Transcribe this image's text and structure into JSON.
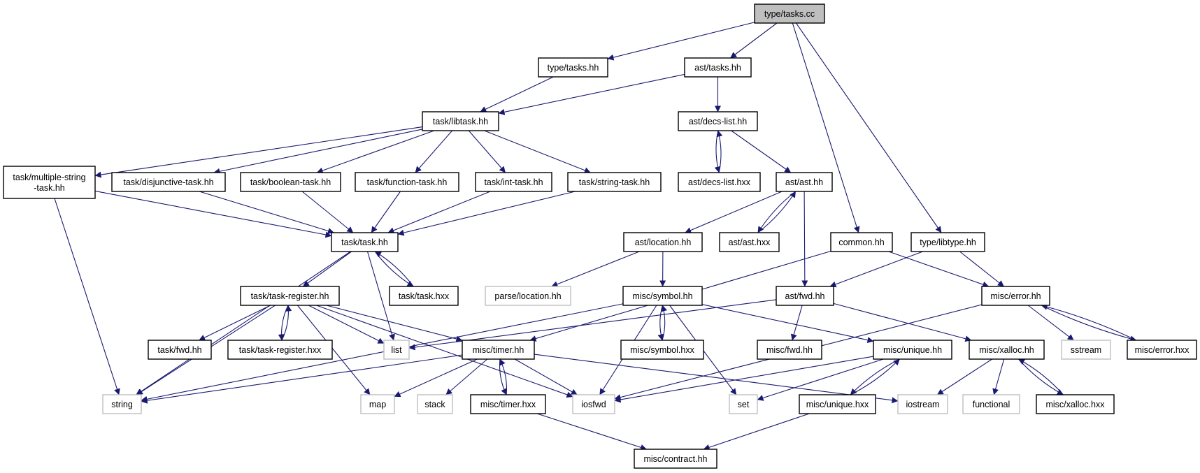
{
  "colors": {
    "edge": "#191970",
    "node_border": "#000000",
    "external_border": "#bfbfbf",
    "root_fill": "#bfbfbf",
    "node_fill": "#ffffff"
  },
  "nodes": [
    {
      "id": "root",
      "lines": [
        "type/tasks.cc"
      ],
      "kind": "root"
    },
    {
      "id": "type_tasks_hh",
      "lines": [
        "type/tasks.hh"
      ],
      "kind": "file"
    },
    {
      "id": "ast_tasks_hh",
      "lines": [
        "ast/tasks.hh"
      ],
      "kind": "file"
    },
    {
      "id": "libtask",
      "lines": [
        "task/libtask.hh"
      ],
      "kind": "file"
    },
    {
      "id": "decs_list_hh",
      "lines": [
        "ast/decs-list.hh"
      ],
      "kind": "file"
    },
    {
      "id": "multi_str",
      "lines": [
        "task/multiple-string",
        "-task.hh"
      ],
      "kind": "file"
    },
    {
      "id": "disj",
      "lines": [
        "task/disjunctive-task.hh"
      ],
      "kind": "file"
    },
    {
      "id": "bool",
      "lines": [
        "task/boolean-task.hh"
      ],
      "kind": "file"
    },
    {
      "id": "func",
      "lines": [
        "task/function-task.hh"
      ],
      "kind": "file"
    },
    {
      "id": "int",
      "lines": [
        "task/int-task.hh"
      ],
      "kind": "file"
    },
    {
      "id": "str_task",
      "lines": [
        "task/string-task.hh"
      ],
      "kind": "file"
    },
    {
      "id": "decs_list_hxx",
      "lines": [
        "ast/decs-list.hxx"
      ],
      "kind": "file"
    },
    {
      "id": "ast_hh",
      "lines": [
        "ast/ast.hh"
      ],
      "kind": "file"
    },
    {
      "id": "task_hh",
      "lines": [
        "task/task.hh"
      ],
      "kind": "file"
    },
    {
      "id": "location",
      "lines": [
        "ast/location.hh"
      ],
      "kind": "file"
    },
    {
      "id": "ast_hxx",
      "lines": [
        "ast/ast.hxx"
      ],
      "kind": "file"
    },
    {
      "id": "common",
      "lines": [
        "common.hh"
      ],
      "kind": "file"
    },
    {
      "id": "libtype",
      "lines": [
        "type/libtype.hh"
      ],
      "kind": "file"
    },
    {
      "id": "task_reg",
      "lines": [
        "task/task-register.hh"
      ],
      "kind": "file"
    },
    {
      "id": "task_hxx",
      "lines": [
        "task/task.hxx"
      ],
      "kind": "file"
    },
    {
      "id": "parse_loc",
      "lines": [
        "parse/location.hh"
      ],
      "kind": "external"
    },
    {
      "id": "symbol",
      "lines": [
        "misc/symbol.hh"
      ],
      "kind": "file"
    },
    {
      "id": "fwd_hh",
      "lines": [
        "ast/fwd.hh"
      ],
      "kind": "file"
    },
    {
      "id": "error",
      "lines": [
        "misc/error.hh"
      ],
      "kind": "file"
    },
    {
      "id": "task_fwd",
      "lines": [
        "task/fwd.hh"
      ],
      "kind": "file"
    },
    {
      "id": "task_reg_hxx",
      "lines": [
        "task/task-register.hxx"
      ],
      "kind": "file"
    },
    {
      "id": "list",
      "lines": [
        "list"
      ],
      "kind": "external"
    },
    {
      "id": "timer",
      "lines": [
        "misc/timer.hh"
      ],
      "kind": "file"
    },
    {
      "id": "symbol_hxx",
      "lines": [
        "misc/symbol.hxx"
      ],
      "kind": "file"
    },
    {
      "id": "misc_fwd",
      "lines": [
        "misc/fwd.hh"
      ],
      "kind": "file"
    },
    {
      "id": "unique",
      "lines": [
        "misc/unique.hh"
      ],
      "kind": "file"
    },
    {
      "id": "xalloc",
      "lines": [
        "misc/xalloc.hh"
      ],
      "kind": "file"
    },
    {
      "id": "sstream",
      "lines": [
        "sstream"
      ],
      "kind": "external"
    },
    {
      "id": "error_hxx",
      "lines": [
        "misc/error.hxx"
      ],
      "kind": "file"
    },
    {
      "id": "string",
      "lines": [
        "string"
      ],
      "kind": "external"
    },
    {
      "id": "map",
      "lines": [
        "map"
      ],
      "kind": "external"
    },
    {
      "id": "stack",
      "lines": [
        "stack"
      ],
      "kind": "external"
    },
    {
      "id": "timer_hxx",
      "lines": [
        "misc/timer.hxx"
      ],
      "kind": "file"
    },
    {
      "id": "iosfwd",
      "lines": [
        "iosfwd"
      ],
      "kind": "external"
    },
    {
      "id": "set",
      "lines": [
        "set"
      ],
      "kind": "external"
    },
    {
      "id": "unique_hxx",
      "lines": [
        "misc/unique.hxx"
      ],
      "kind": "file"
    },
    {
      "id": "iostream",
      "lines": [
        "iostream"
      ],
      "kind": "external"
    },
    {
      "id": "functional",
      "lines": [
        "functional"
      ],
      "kind": "external"
    },
    {
      "id": "xalloc_hxx",
      "lines": [
        "misc/xalloc.hxx"
      ],
      "kind": "file"
    },
    {
      "id": "contract",
      "lines": [
        "misc/contract.hh"
      ],
      "kind": "file"
    }
  ],
  "edges": [
    [
      "root",
      "type_tasks_hh"
    ],
    [
      "root",
      "ast_tasks_hh"
    ],
    [
      "root",
      "common"
    ],
    [
      "root",
      "libtype"
    ],
    [
      "type_tasks_hh",
      "libtask"
    ],
    [
      "ast_tasks_hh",
      "libtask"
    ],
    [
      "ast_tasks_hh",
      "decs_list_hh"
    ],
    [
      "libtask",
      "multi_str"
    ],
    [
      "libtask",
      "disj"
    ],
    [
      "libtask",
      "bool"
    ],
    [
      "libtask",
      "func"
    ],
    [
      "libtask",
      "int"
    ],
    [
      "libtask",
      "str_task"
    ],
    [
      "multi_str",
      "task_hh"
    ],
    [
      "multi_str",
      "string"
    ],
    [
      "disj",
      "task_hh"
    ],
    [
      "bool",
      "task_hh"
    ],
    [
      "func",
      "task_hh"
    ],
    [
      "int",
      "task_hh"
    ],
    [
      "str_task",
      "task_hh"
    ],
    [
      "decs_list_hh",
      "decs_list_hxx"
    ],
    [
      "decs_list_hxx",
      "decs_list_hh"
    ],
    [
      "decs_list_hh",
      "ast_hh"
    ],
    [
      "ast_hh",
      "location"
    ],
    [
      "ast_hh",
      "ast_hxx"
    ],
    [
      "ast_hxx",
      "ast_hh"
    ],
    [
      "ast_hh",
      "fwd_hh"
    ],
    [
      "task_hh",
      "task_reg"
    ],
    [
      "task_hh",
      "task_hxx"
    ],
    [
      "task_hxx",
      "task_hh"
    ],
    [
      "task_hh",
      "list"
    ],
    [
      "task_hh",
      "string"
    ],
    [
      "location",
      "parse_loc"
    ],
    [
      "location",
      "symbol"
    ],
    [
      "common",
      "error"
    ],
    [
      "common",
      "timer"
    ],
    [
      "libtype",
      "fwd_hh"
    ],
    [
      "libtype",
      "error"
    ],
    [
      "task_reg",
      "task_fwd"
    ],
    [
      "task_reg",
      "task_reg_hxx"
    ],
    [
      "task_reg_hxx",
      "task_reg"
    ],
    [
      "task_reg",
      "list"
    ],
    [
      "task_reg",
      "timer"
    ],
    [
      "task_reg",
      "string"
    ],
    [
      "task_reg",
      "map"
    ],
    [
      "task_reg",
      "iosfwd"
    ],
    [
      "symbol",
      "symbol_hxx"
    ],
    [
      "symbol_hxx",
      "symbol"
    ],
    [
      "symbol",
      "unique"
    ],
    [
      "symbol",
      "set"
    ],
    [
      "symbol",
      "iosfwd"
    ],
    [
      "symbol",
      "string"
    ],
    [
      "fwd_hh",
      "misc_fwd"
    ],
    [
      "fwd_hh",
      "xalloc"
    ],
    [
      "fwd_hh",
      "list"
    ],
    [
      "error",
      "sstream"
    ],
    [
      "error",
      "error_hxx"
    ],
    [
      "error_hxx",
      "error"
    ],
    [
      "error",
      "iosfwd"
    ],
    [
      "timer",
      "timer_hxx"
    ],
    [
      "timer_hxx",
      "timer"
    ],
    [
      "timer",
      "string"
    ],
    [
      "timer",
      "map"
    ],
    [
      "timer",
      "stack"
    ],
    [
      "timer",
      "iosfwd"
    ],
    [
      "timer",
      "iostream"
    ],
    [
      "timer_hxx",
      "contract"
    ],
    [
      "unique",
      "unique_hxx"
    ],
    [
      "unique_hxx",
      "unique"
    ],
    [
      "unique",
      "iosfwd"
    ],
    [
      "unique",
      "set"
    ],
    [
      "unique_hxx",
      "contract"
    ],
    [
      "xalloc",
      "xalloc_hxx"
    ],
    [
      "xalloc_hxx",
      "xalloc"
    ],
    [
      "xalloc",
      "iostream"
    ],
    [
      "xalloc",
      "functional"
    ]
  ]
}
